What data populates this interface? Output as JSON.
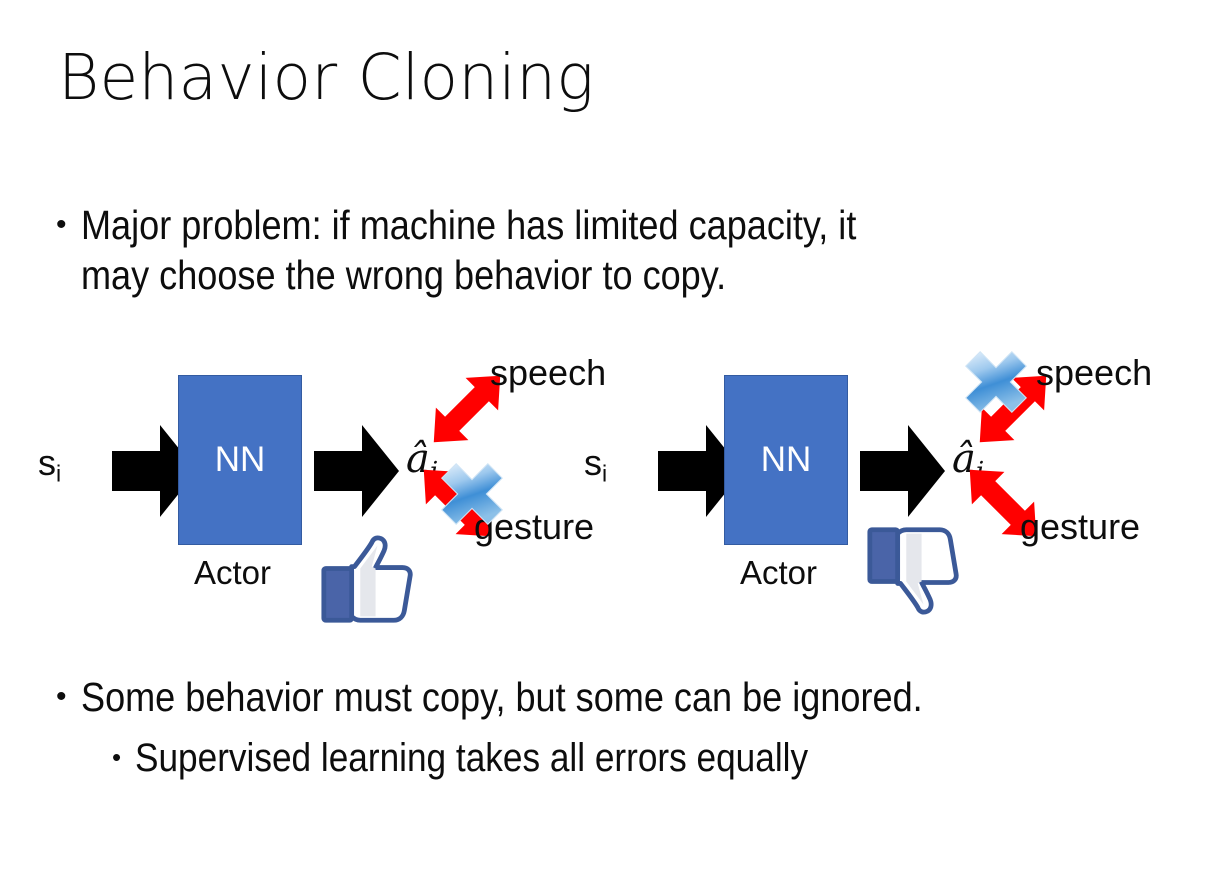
{
  "slide": {
    "title": "Behavior Cloning",
    "background_color": "#ffffff",
    "text_color": "#0d0d0d"
  },
  "bullets": [
    {
      "id": "top",
      "level": 1,
      "marker": "•",
      "text": "Major problem: if machine has limited capacity, it\nmay choose the wrong behavior to copy."
    },
    {
      "id": "b1",
      "level": 1,
      "marker": "•",
      "text": "Some behavior must copy, but some can be ignored."
    },
    {
      "id": "b2",
      "level": 2,
      "marker": "•",
      "text": "Supervised learning takes all errors equally"
    }
  ],
  "diagrams": [
    {
      "id": "left",
      "input_label": "s",
      "input_subscript": "i",
      "box_label": "NN",
      "box_color": "#4472c4",
      "box_caption": "Actor",
      "output_label": "â",
      "output_subscript": "i",
      "branches": [
        {
          "name": "speech",
          "label": "speech",
          "direction": "up-right",
          "crossed": false
        },
        {
          "name": "gesture",
          "label": "gesture",
          "direction": "down-right",
          "crossed": true
        }
      ],
      "verdict_icon": "thumbs-up",
      "arrow_color": "#ff0000",
      "cross_color": "#3f8fd6"
    },
    {
      "id": "right",
      "input_label": "s",
      "input_subscript": "i",
      "box_label": "NN",
      "box_color": "#4472c4",
      "box_caption": "Actor",
      "output_label": "â",
      "output_subscript": "i",
      "branches": [
        {
          "name": "speech",
          "label": "speech",
          "direction": "up-right",
          "crossed": true
        },
        {
          "name": "gesture",
          "label": "gesture",
          "direction": "down-right",
          "crossed": false
        }
      ],
      "verdict_icon": "thumbs-down",
      "arrow_color": "#ff0000",
      "cross_color": "#3f8fd6"
    }
  ]
}
